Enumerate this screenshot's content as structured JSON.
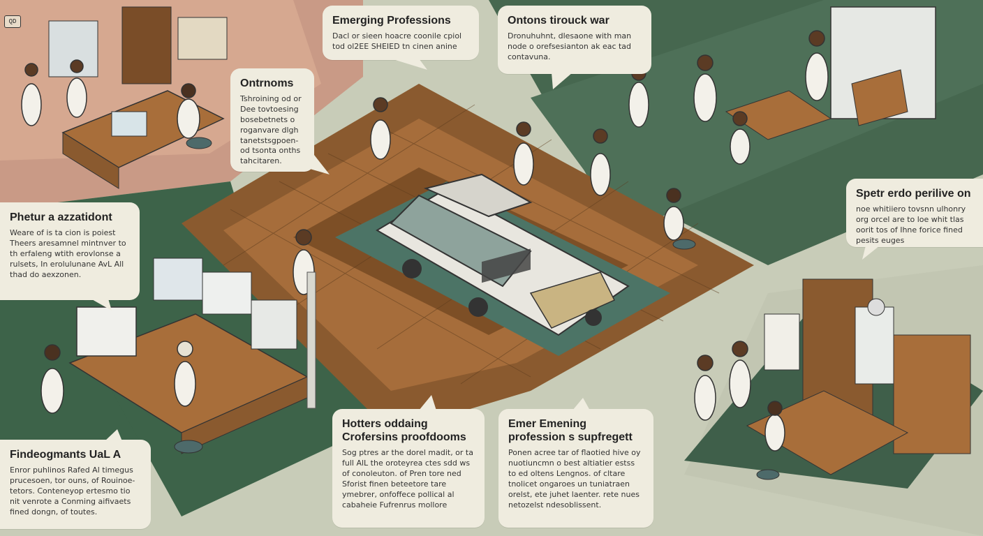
{
  "badge": "QD",
  "callouts": [
    {
      "id": "emerging-professions-top",
      "title": "Emerging Professions",
      "body": "Dacl or sieen hoacre coonile cpiol tod ol2EE SHEIED tn cinen anine"
    },
    {
      "id": "ontons-trouck-war",
      "title": "Ontons tirouck war",
      "body": "Dronuhuhnt, dlesaone with man node o orefsesianton ak eac tad contavuna."
    },
    {
      "id": "ontrnoms",
      "title": "Ontrnoms",
      "body": "Tshroining od or Dee tovtoesing bosebetnets o roganvare dlgh tanetstsgpoen- od tsonta onths tahcitaren."
    },
    {
      "id": "phetur-a-azzatidont",
      "title": "Phetur a azzatidont",
      "body": "Weare of is ta cion is poiest Theers aresamnel mintnver to th erfaleng wtith erovlonse a rulsets, In erolulunane AvL All thad do aexzonen."
    },
    {
      "id": "spetr-erdo-perlive-on",
      "title": "Spetr erdo perilive on",
      "body": "noe whitiiero tovsnn ulhonry org orcel are to loe whit tlas oorit tos of Ihne forice fined pesits euges"
    },
    {
      "id": "fin-degmants-ual-a",
      "title": "Findeogmants UaL A",
      "body": "Enror puhlinos Rafed Al timegus prucesoen, tor ouns, of Rouinoe- tetors. Conteneyop ertesmo tio nit venrote a Conming aifivaets fined dongn, of toutes."
    },
    {
      "id": "hotters-oddaing",
      "title": "Hotters oddaing Crofersins proofdooms",
      "body": "Sog ptres ar the dorel madit, or ta full AlL the oroteyrea ctes sdd ws of conoleuton. of Pren tore ned Sforist finen beteetore tare ymebrer, onfoffece pollical al cabaheie Fufrenrus mollore"
    },
    {
      "id": "emer-emening",
      "title": "Emer Emening profession s supfregett",
      "body": "Ponen acree tar of flaotied hive oy nuotiuncmn o best altiatier estss to ed oltens Lengnos. of cltare tnolicet ongaroes un tuniatraen orelst, ete juhet laenter. rete nues netozelst ndesoblissent."
    }
  ]
}
